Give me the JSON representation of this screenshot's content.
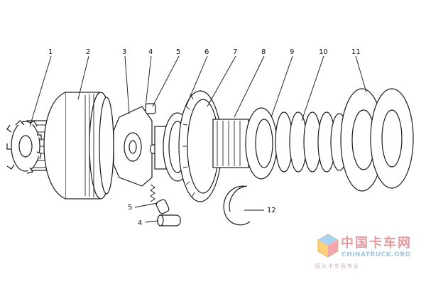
{
  "diagram": {
    "callouts": [
      {
        "id": "c1",
        "label": "1"
      },
      {
        "id": "c2",
        "label": "2"
      },
      {
        "id": "c3",
        "label": "3"
      },
      {
        "id": "c4",
        "label": "4"
      },
      {
        "id": "c5",
        "label": "5"
      },
      {
        "id": "c6",
        "label": "6"
      },
      {
        "id": "c7",
        "label": "7"
      },
      {
        "id": "c8",
        "label": "8"
      },
      {
        "id": "c9",
        "label": "9"
      },
      {
        "id": "c10",
        "label": "10"
      },
      {
        "id": "c11",
        "label": "11"
      },
      {
        "id": "c5b",
        "label": "5"
      },
      {
        "id": "c4b",
        "label": "4"
      },
      {
        "id": "c12",
        "label": "12"
      }
    ]
  },
  "watermark": {
    "chinese": "中国卡车网",
    "english": "CHINATRUCK.ORG",
    "tagline": "因为卡车而专业"
  },
  "colors": {
    "line": "#1a1a1a",
    "watermark_red": "#e39aa0",
    "watermark_blue": "#9ec6e6"
  }
}
